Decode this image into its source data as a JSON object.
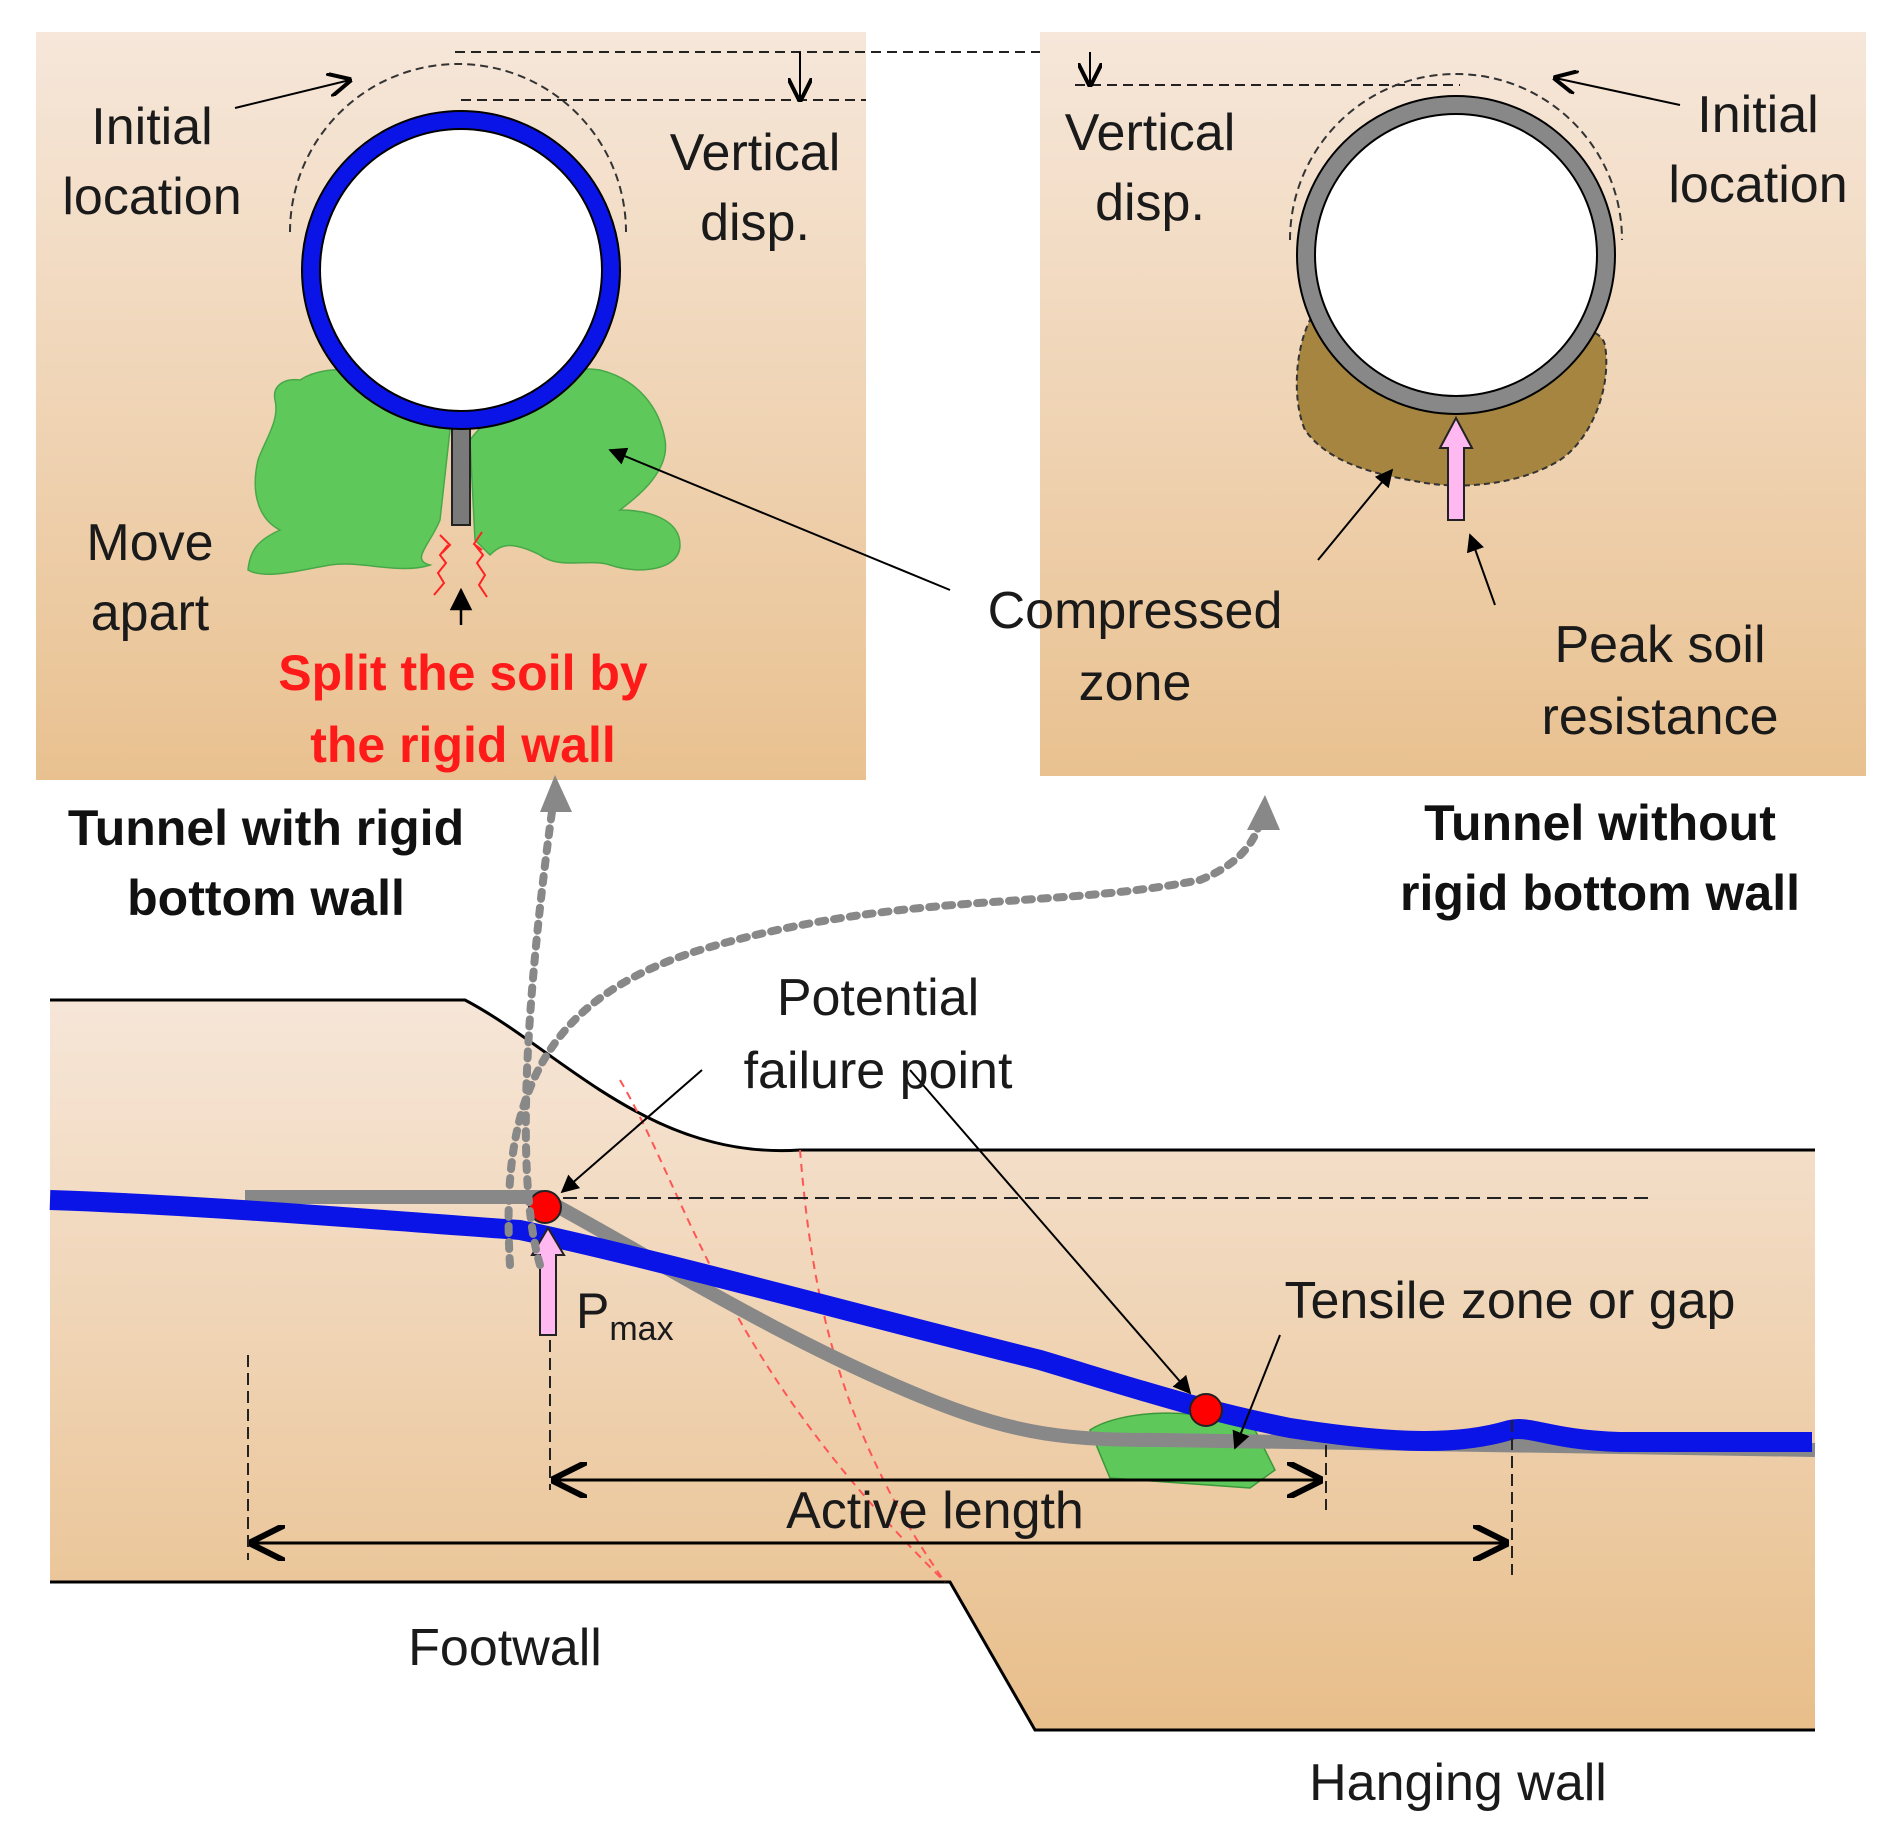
{
  "labels": {
    "left_initial_location": [
      "Initial",
      "location"
    ],
    "left_vertical_disp": [
      "Vertical",
      "disp."
    ],
    "move_apart": [
      "Move",
      "apart"
    ],
    "split_soil": [
      "Split the soil by",
      "the rigid wall"
    ],
    "right_vertical_disp": [
      "Vertical",
      "disp."
    ],
    "right_initial_location": [
      "Initial",
      "location"
    ],
    "compressed_zone": [
      "Compressed",
      "zone"
    ],
    "peak_soil_resistance": [
      "Peak soil",
      "resistance"
    ],
    "tunnel_with": [
      "Tunnel with rigid",
      "bottom wall"
    ],
    "tunnel_without": [
      "Tunnel without",
      "rigid bottom wall"
    ],
    "potential_failure_point": [
      "Potential",
      "failure point"
    ],
    "tensile_zone": "Tensile zone or gap",
    "pmax_main": "P",
    "pmax_sub": "max",
    "active_length": "Active length",
    "footwall": "Footwall",
    "hanging_wall": "Hanging wall"
  },
  "colors": {
    "soil_top": "#f5e4d6",
    "soil_bottom": "#eac394",
    "tunnel_blue": "#0a14e6",
    "tunnel_gray": "#888888",
    "green_soil": "#5fc85a",
    "compressed": "#a5853f",
    "failure_point": "#ff0000",
    "split_text": "#ff1a1a",
    "pink_arrow": "#ffb8f0"
  }
}
